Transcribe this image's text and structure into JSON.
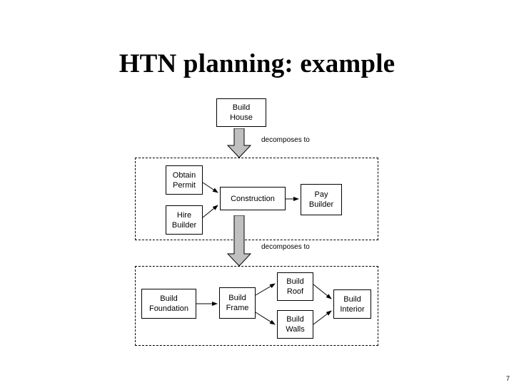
{
  "slide": {
    "title": "HTN planning: example",
    "page_number": "7",
    "background_color": "#ffffff",
    "text_color": "#000000",
    "arrow_fill_color": "#c0c0c0",
    "arrow_stroke_color": "#000000"
  },
  "levels": [
    {
      "id": "level-0",
      "nodes": [
        {
          "id": "build-house",
          "label": "Build\nHouse"
        }
      ]
    },
    {
      "id": "level-1",
      "nodes": [
        {
          "id": "obtain-permit",
          "label": "Obtain\nPermit"
        },
        {
          "id": "hire-builder",
          "label": "Hire\nBuilder"
        },
        {
          "id": "construction",
          "label": "Construction"
        },
        {
          "id": "pay-builder",
          "label": "Pay\nBuilder"
        }
      ]
    },
    {
      "id": "level-2",
      "nodes": [
        {
          "id": "build-foundation",
          "label": "Build\nFoundation"
        },
        {
          "id": "build-frame",
          "label": "Build\nFrame"
        },
        {
          "id": "build-roof",
          "label": "Build\nRoof"
        },
        {
          "id": "build-walls",
          "label": "Build\nWalls"
        },
        {
          "id": "build-interior",
          "label": "Build\nInterior"
        }
      ]
    }
  ],
  "decomposition_labels": [
    {
      "id": "decomposes-to-1",
      "text": "decomposes to"
    },
    {
      "id": "decomposes-to-2",
      "text": "decomposes to"
    }
  ]
}
